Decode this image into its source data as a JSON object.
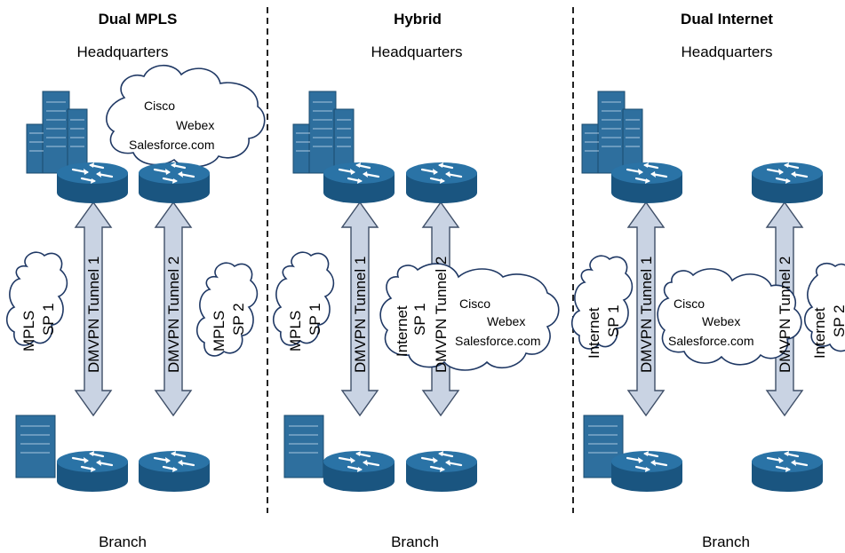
{
  "columns": [
    {
      "title": "Dual MPLS",
      "top": "Headquarters",
      "bottom": "Branch",
      "tunnel1": "DMVPN Tunnel 1",
      "tunnel2": "DMVPN Tunnel 2",
      "left_cloud": [
        "MPLS",
        "SP 1"
      ],
      "right_cloud": [
        "MPLS",
        "SP 2"
      ],
      "apps": [
        "Cisco",
        "Webex",
        "Salesforce.com"
      ]
    },
    {
      "title": "Hybrid",
      "top": "Headquarters",
      "bottom": "Branch",
      "tunnel1": "DMVPN Tunnel 1",
      "tunnel2": "DMVPN Tunnel 2",
      "left_cloud": [
        "MPLS",
        "SP 1"
      ],
      "right_cloud": [
        "Internet",
        "SP 1"
      ],
      "apps": [
        "Cisco",
        "Webex",
        "Salesforce.com"
      ]
    },
    {
      "title": "Dual Internet",
      "top": "Headquarters",
      "bottom": "Branch",
      "tunnel1": "DMVPN Tunnel 1",
      "tunnel2": "DMVPN Tunnel 2",
      "left_cloud": [
        "Internet",
        "SP 1"
      ],
      "right_cloud": [
        "Internet",
        "SP 2"
      ],
      "apps": [
        "Cisco",
        "Webex",
        "Salesforce.com"
      ]
    }
  ],
  "colors": {
    "router": "#1f5f8b",
    "router_top": "#2a73a6",
    "building": "#2e6f9e",
    "arrow": "#c9d3e3",
    "cloud_stroke": "#1f3864"
  }
}
